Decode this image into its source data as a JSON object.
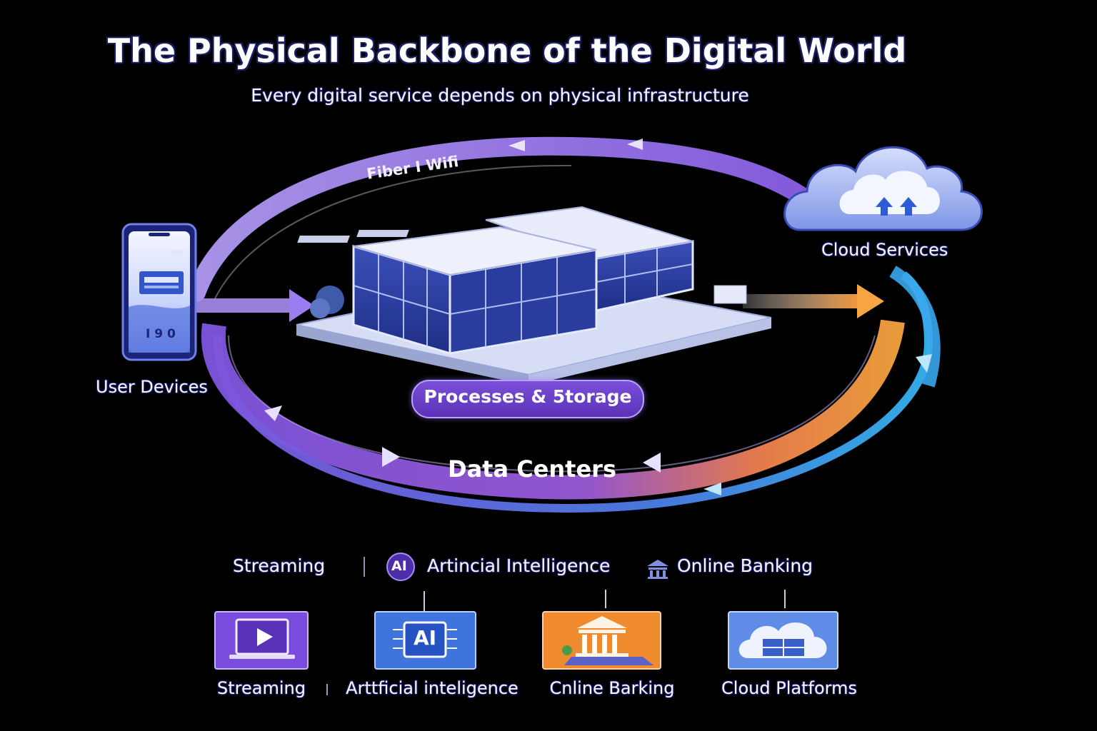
{
  "header": {
    "title": "The Physical Backbone of the Digital World",
    "subtitle": "Every digital service depends on physical  infrastructure"
  },
  "nodes": {
    "user_devices": "User Devices",
    "phone_readout": "I 9 0",
    "cloud_services": "Cloud Services",
    "processes_storage": "Processes & 5torage",
    "data_centers": "Data Centers",
    "link_label": "Fiber I Wifi"
  },
  "services_row": {
    "streaming": "Streaming",
    "ai_badge": "AI",
    "ai": "Artincial Intelligence",
    "banking": "Online Banking"
  },
  "cards": [
    {
      "label": "Streaming",
      "icon": "play-icon"
    },
    {
      "label": "Arttficial inteligence",
      "icon": "ai-chip-icon"
    },
    {
      "label": "Cnline Barking",
      "icon": "bank-icon"
    },
    {
      "label": "Cloud Platforms",
      "icon": "cloud-server-icon"
    }
  ],
  "card_ai_text": "AI",
  "colors": {
    "purple": "#8e62e8",
    "orange": "#f79a3c",
    "blue": "#3f9bea",
    "cloud": "#8fa6ea"
  }
}
